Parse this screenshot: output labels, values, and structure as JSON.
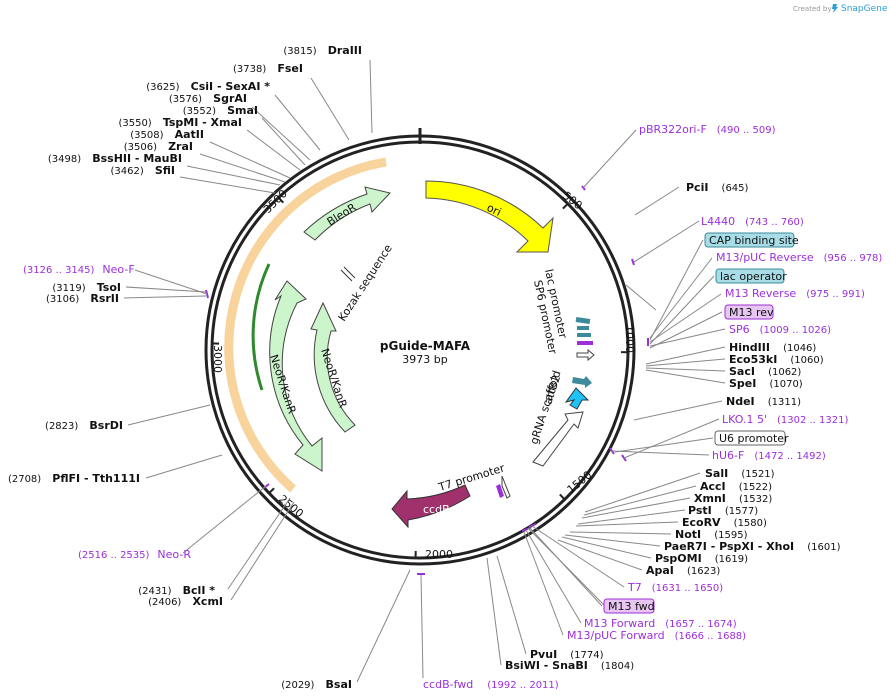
{
  "watermark": {
    "text": "Created by",
    "brand": "SnapGene"
  },
  "plasmid": {
    "name": "pGuide-MAFA",
    "size_label": "3973 bp",
    "length": 3973
  },
  "ticks": [
    {
      "bp": 500,
      "label": "500"
    },
    {
      "bp": 1000,
      "label": "1000"
    },
    {
      "bp": 1500,
      "label": "1500"
    },
    {
      "bp": 2000,
      "label": "2000"
    },
    {
      "bp": 2500,
      "label": "2500"
    },
    {
      "bp": 3000,
      "label": "3000"
    },
    {
      "bp": 3500,
      "label": "3500"
    }
  ],
  "features": [
    {
      "name": "ori",
      "color": "#ffff00",
      "label_color": "#111111"
    },
    {
      "name": "lac promoter",
      "color": "#ffffff"
    },
    {
      "name": "SP6 promoter",
      "color": "#ffffff"
    },
    {
      "name": "attB2",
      "color": "#ffffff"
    },
    {
      "name": "gRNA scaffold",
      "color": "#ffffff"
    },
    {
      "name": "T7 promoter",
      "color": "#ffffff"
    },
    {
      "name": "ccdB",
      "color": "#a1316d",
      "label_color": "#ffffff"
    },
    {
      "name": "NeoR/KanR",
      "color": "#ccf5cc"
    },
    {
      "name": "NeoR/KanR",
      "color": "#ccf5cc"
    },
    {
      "name": "Kozak sequence",
      "color": "#ffffff"
    },
    {
      "name": "BleoR",
      "color": "#ccf5cc"
    }
  ],
  "enzymes_right": [
    {
      "name": "PciI",
      "pos": "(645)"
    },
    {
      "name": "HindIII",
      "pos": "(1046)"
    },
    {
      "name": "Eco53kI",
      "pos": "(1060)"
    },
    {
      "name": "SacI",
      "pos": "(1062)"
    },
    {
      "name": "SpeI",
      "pos": "(1070)"
    },
    {
      "name": "NdeI",
      "pos": "(1311)"
    },
    {
      "name": "SalI",
      "pos": "(1521)"
    },
    {
      "name": "AccI",
      "pos": "(1522)"
    },
    {
      "name": "XmnI",
      "pos": "(1532)"
    },
    {
      "name": "PstI",
      "pos": "(1577)"
    },
    {
      "name": "EcoRV",
      "pos": "(1580)"
    },
    {
      "name": "NotI",
      "pos": "(1595)"
    },
    {
      "name": "PaeR7I  - PspXI  - XhoI",
      "pos": "(1601)"
    },
    {
      "name": "PspOMI",
      "pos": "(1619)"
    },
    {
      "name": "ApaI",
      "pos": "(1623)"
    },
    {
      "name": "PvuI",
      "pos": "(1774)"
    },
    {
      "name": "BsiWI  - SnaBI",
      "pos": "(1804)"
    }
  ],
  "enzymes_left": [
    {
      "pos": "(3815)",
      "name": "DraIII"
    },
    {
      "pos": "(3738)",
      "name": "FseI"
    },
    {
      "pos": "(3625)",
      "name": "CsiI  - SexAI *"
    },
    {
      "pos": "(3576)",
      "name": "SgrAI"
    },
    {
      "pos": "(3552)",
      "name": "SmaI"
    },
    {
      "pos": "(3550)",
      "name": "TspMI  - XmaI"
    },
    {
      "pos": "(3508)",
      "name": "AatII"
    },
    {
      "pos": "(3506)",
      "name": "ZraI"
    },
    {
      "pos": "(3498)",
      "name": "BssHII  - MauBI"
    },
    {
      "pos": "(3462)",
      "name": "SfiI"
    },
    {
      "pos": "(3119)",
      "name": "TsoI"
    },
    {
      "pos": "(3106)",
      "name": "RsrII"
    },
    {
      "pos": "(2823)",
      "name": "BsrDI"
    },
    {
      "pos": "(2708)",
      "name": "PflFI  - Tth111I"
    },
    {
      "pos": "(2431)",
      "name": "BclI *"
    },
    {
      "pos": "(2406)",
      "name": "XcmI"
    },
    {
      "pos": "(2029)",
      "name": "BsaI"
    }
  ],
  "primers": [
    {
      "name": "pBR322ori-F",
      "range": "(490 .. 509)"
    },
    {
      "name": "L4440",
      "range": "(743 .. 760)"
    },
    {
      "name": "M13/pUC Reverse",
      "range": "(956 .. 978)"
    },
    {
      "name": "M13 Reverse",
      "range": "(975 .. 991)"
    },
    {
      "name": "SP6",
      "range": "(1009 .. 1026)"
    },
    {
      "name": "LKO.1 5'",
      "range": "(1302 .. 1321)"
    },
    {
      "name": "hU6-F",
      "range": "(1472 .. 1492)"
    },
    {
      "name": "T7",
      "range": "(1631 .. 1650)"
    },
    {
      "name": "M13 Forward",
      "range": "(1657 .. 1674)"
    },
    {
      "name": "M13/pUC Forward",
      "range": "(1666 .. 1688)"
    },
    {
      "name": "ccdB-fwd",
      "range": "(1992 .. 2011)"
    },
    {
      "name": "Neo-R",
      "range": "(2516 .. 2535)"
    },
    {
      "name": "Neo-F",
      "range": "(3126 .. 3145)"
    }
  ],
  "boxed_labels": [
    {
      "name": "CAP binding site",
      "fill": "#a8dce6",
      "stroke": "#3d8a9a"
    },
    {
      "name": "lac operator",
      "fill": "#a8dce6",
      "stroke": "#3d8a9a"
    },
    {
      "name": "M13 rev",
      "fill": "#e8c6f2",
      "stroke": "#9b30d9"
    },
    {
      "name": "U6 promoter",
      "fill": "#ffffff",
      "stroke": "#666666"
    },
    {
      "name": "M13 fwd",
      "fill": "#e8c6f2",
      "stroke": "#9b30d9"
    }
  ]
}
